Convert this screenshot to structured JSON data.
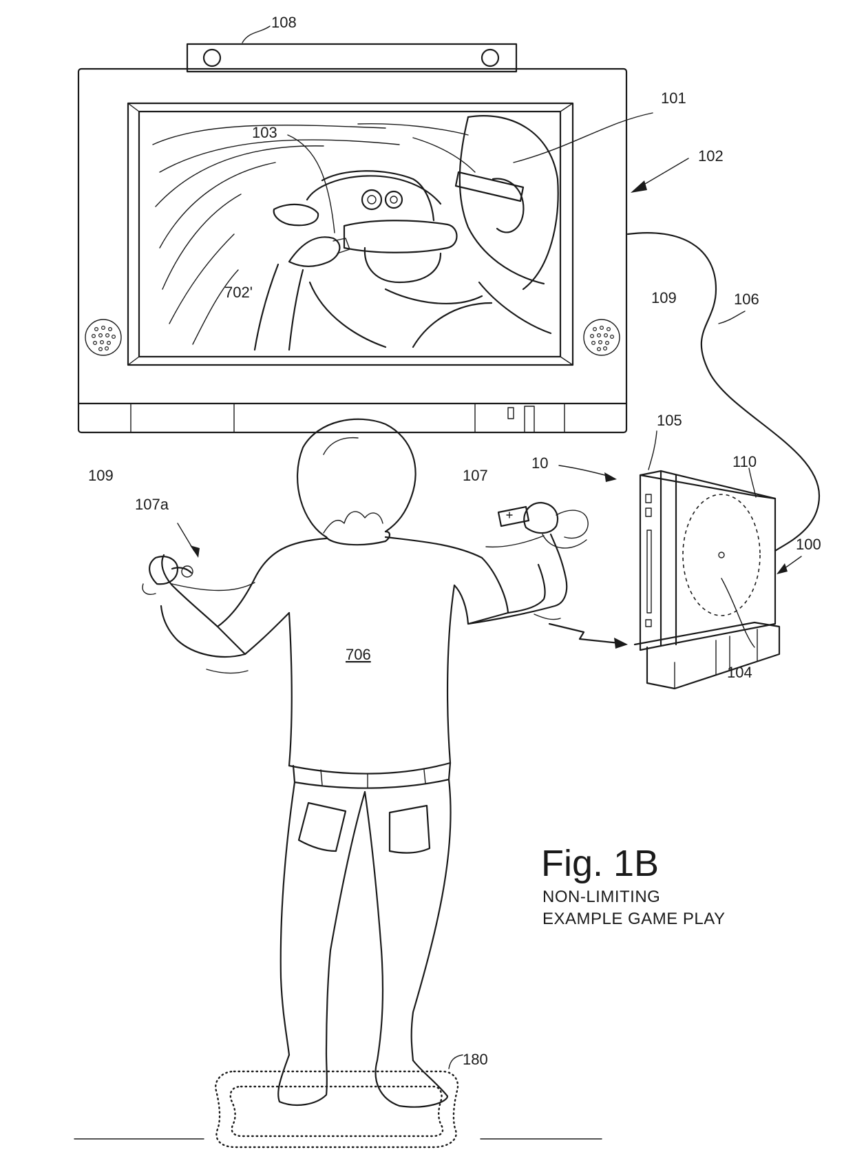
{
  "figure": {
    "title": "Fig. 1B",
    "subtitle_line1": "NON-LIMITING",
    "subtitle_line2": "EXAMPLE GAME PLAY"
  },
  "labels": {
    "sensor_bar": "108",
    "screen_image": "101",
    "display": "102",
    "racer_arm": "103",
    "game_character": "702'",
    "speaker_right": "109",
    "speaker_left": "109",
    "cable": "106",
    "slot": "105",
    "console_group": "10",
    "remote": "107",
    "remote_left": "107a",
    "console_front": "110",
    "console": "100",
    "disc": "104",
    "player": "706",
    "balance_board": "180"
  }
}
